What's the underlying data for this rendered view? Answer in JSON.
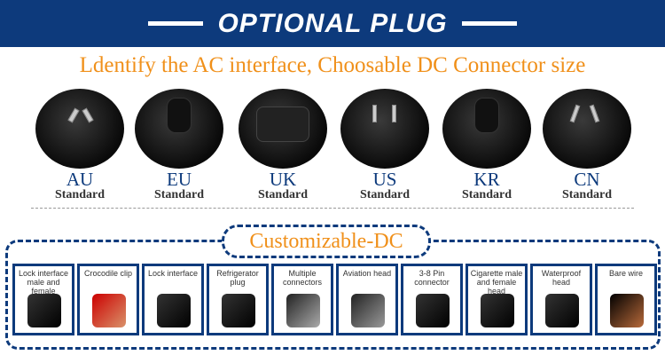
{
  "header": {
    "title": "OPTIONAL PLUG"
  },
  "subtitle": "Ldentify the AC interface, Choosable DC Connector size",
  "plugs": [
    {
      "code": "AU",
      "label": "Standard"
    },
    {
      "code": "EU",
      "label": "Standard"
    },
    {
      "code": "UK",
      "label": "Standard"
    },
    {
      "code": "US",
      "label": "Standard"
    },
    {
      "code": "KR",
      "label": "Standard"
    },
    {
      "code": "CN",
      "label": "Standard"
    }
  ],
  "dc": {
    "title": "Customizable-DC",
    "items": [
      "Lock interface male and female",
      "Crocodile clip",
      "Lock interface",
      "Refrigerator plug",
      "Multiple connectors",
      "Aviation head",
      "3-8 Pin connector",
      "Cigarette male and female head",
      "Waterproof head",
      "Bare wire"
    ]
  }
}
